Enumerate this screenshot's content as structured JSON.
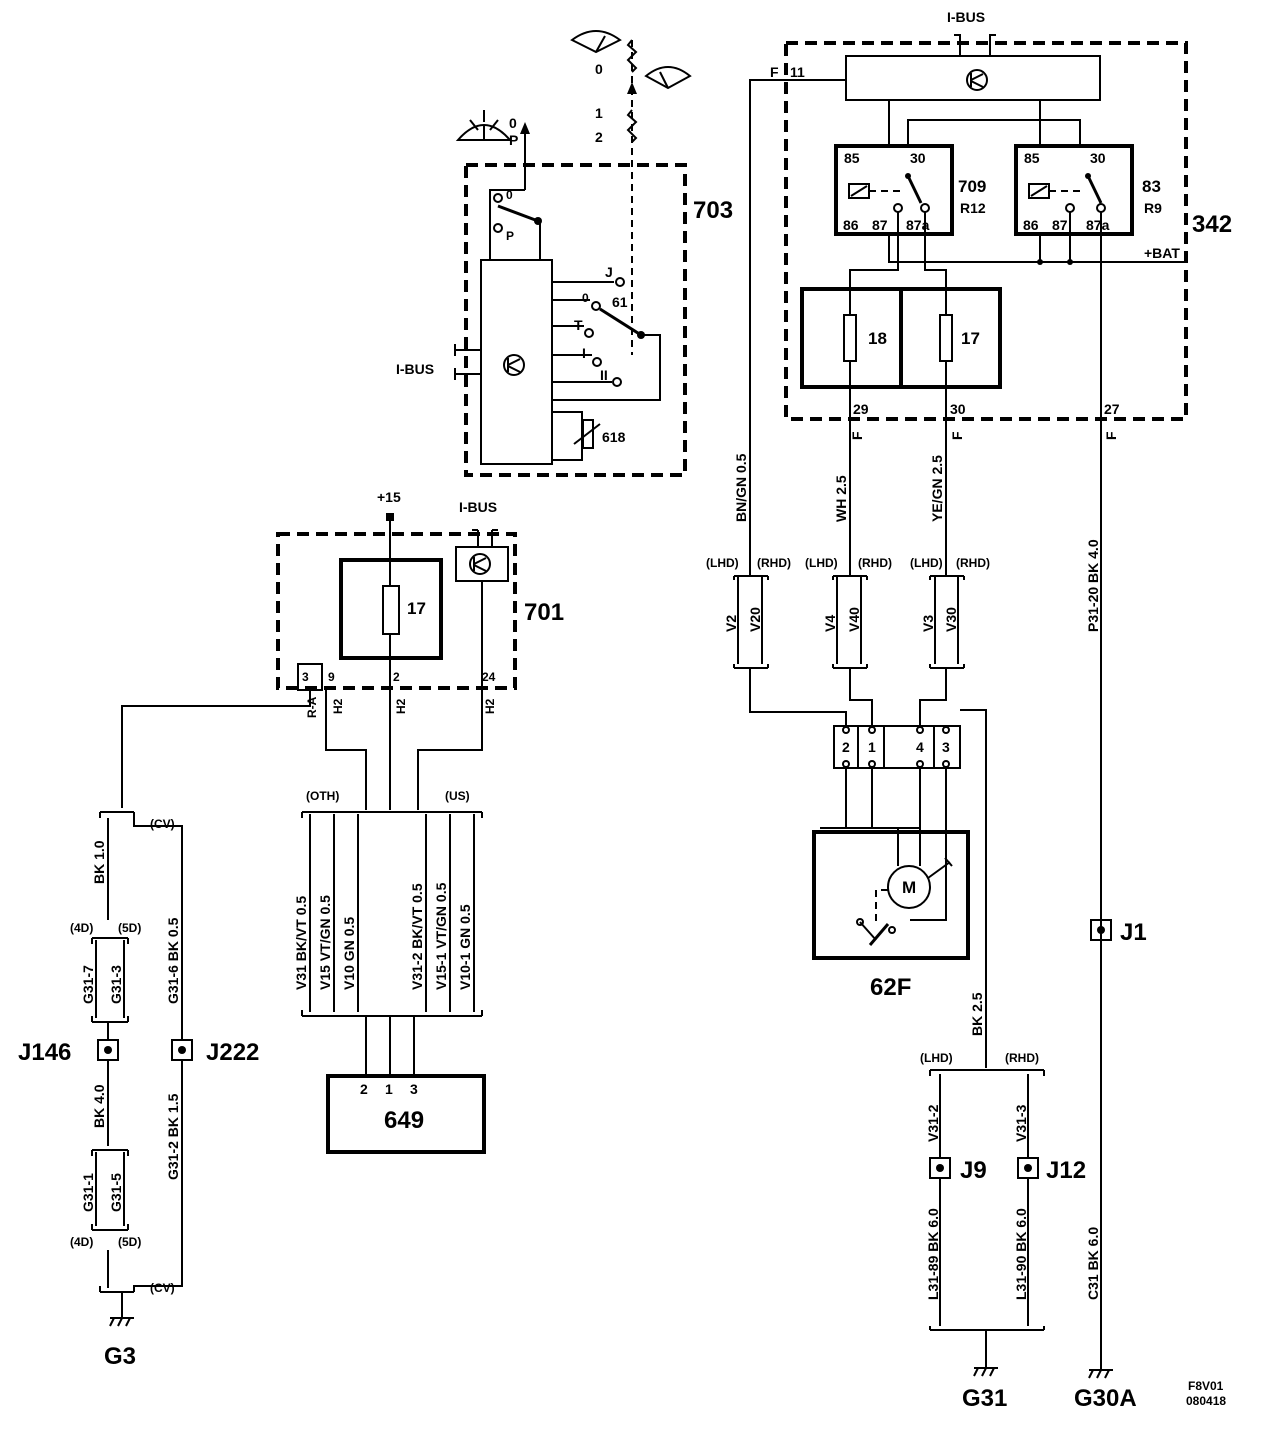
{
  "components": {
    "c703": "703",
    "c342": "342",
    "c701": "701",
    "c649": "649",
    "c62f": "62F",
    "r709": "709",
    "r709b": "R12",
    "r83": "83",
    "r83b": "R9",
    "fuse18": "18",
    "fuse17a": "17",
    "fuse17b": "17",
    "c61": "61",
    "c618": "618",
    "motor": "M"
  },
  "labels": {
    "ibus": "I-BUS",
    "plus15": "+15",
    "plusbat": "+BAT",
    "p85": "85",
    "p30": "30",
    "p86": "86",
    "p87": "87",
    "p87a": "87a",
    "pos0": "0",
    "posP": "P",
    "posJ": "J",
    "posT": "T",
    "posI": "I",
    "posII": "II",
    "pos1": "1",
    "pos2": "2",
    "pin11": "11",
    "pinF": "F"
  },
  "pins342": {
    "p29": "29",
    "p30": "30",
    "p27": "27",
    "f": "F"
  },
  "pins701": {
    "p3": "3",
    "p9": "9",
    "p2": "2",
    "p24": "24",
    "ra": "R-A",
    "h2": "H2"
  },
  "connectors62f": [
    "2",
    "1",
    "4",
    "3"
  ],
  "pins649": [
    "2",
    "1",
    "3"
  ],
  "variants": {
    "lhd": "(LHD)",
    "rhd": "(RHD)",
    "oth": "(OTH)",
    "us": "(US)",
    "cv": "(CV)",
    "d4": "(4D)",
    "d5": "(5D)"
  },
  "wires": {
    "bngn": "BN/GN   0.5",
    "wh": "WH   2.5",
    "yegn": "YE/GN  2.5",
    "p3120": "P31-20  BK  4.0",
    "v2": "V2",
    "v20": "V20",
    "v4": "V4",
    "v40": "V40",
    "v3": "V3",
    "v30": "V30",
    "bk10": "BK  1.0",
    "bk40": "BK  4.0",
    "g316": "G31-6  BK  0.5",
    "g312": "G31-2  BK  1.5",
    "g317": "G31-7",
    "g313": "G31-3",
    "g311": "G31-1",
    "g315": "G31-5",
    "v31": "V31  BK/VT  0.5",
    "v15": "V15  VT/GN  0.5",
    "v10": "V10    GN  0.5",
    "v312": "V31-2  BK/VT  0.5",
    "v151": "V15-1  VT/GN  0.5",
    "v101": "V10-1    GN  0.5",
    "bk25": "BK    2.5",
    "v31_2": "V31-2",
    "v31_3": "V31-3",
    "l3189": "L31-89  BK  6.0",
    "l3190": "L31-90  BK  6.0",
    "c31": "C31  BK    6.0"
  },
  "junctions": {
    "j1": "J1",
    "j146": "J146",
    "j222": "J222",
    "j9": "J9",
    "j12": "J12"
  },
  "grounds": {
    "g3": "G3",
    "g31": "G31",
    "g30a": "G30A"
  },
  "footer": {
    "code1": "F8V01",
    "code2": "080418"
  }
}
